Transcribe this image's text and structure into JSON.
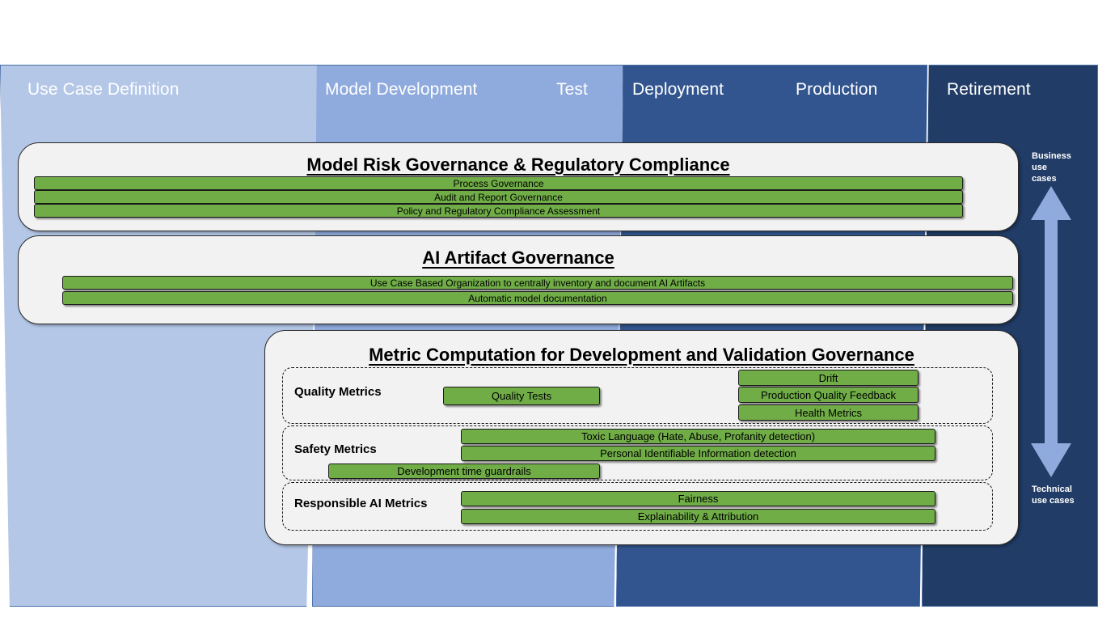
{
  "lifecycle": {
    "phases": [
      {
        "label": "Use Case Definition",
        "color": "#b4c7e7"
      },
      {
        "label": "Model Development",
        "color": "#8faadc"
      },
      {
        "label": "Test",
        "color": "#8faadc"
      },
      {
        "label": "Deployment",
        "color": "#32558f"
      },
      {
        "label": "Production",
        "color": "#32558f"
      },
      {
        "label": "Retirement",
        "color": "#213c66"
      }
    ]
  },
  "axis": {
    "top_label": "Business\nuse\ncases",
    "top_label_lines": [
      "Business",
      "use",
      "cases"
    ],
    "bottom_label_lines": [
      "Technical",
      "use cases"
    ],
    "arrow_color": "#8faadc"
  },
  "cards": [
    {
      "title": "Model Risk Governance & Regulatory Compliance",
      "bars": [
        "Process Governance",
        "Audit and Report Governance",
        "Policy and Regulatory Compliance Assessment"
      ]
    },
    {
      "title": "AI Artifact Governance",
      "bars": [
        "Use Case Based Organization to centrally inventory and document AI Artifacts",
        "Automatic model documentation"
      ]
    },
    {
      "title": "Metric Computation for Development and Validation Governance",
      "groups": [
        {
          "label": "Quality Metrics",
          "bars": [
            "Quality Tests",
            "Drift",
            "Production Quality Feedback",
            "Health Metrics"
          ]
        },
        {
          "label": "Safety Metrics",
          "bars": [
            "Toxic Language (Hate, Abuse, Profanity detection)",
            "Personal Identifiable Information detection",
            "Development time guardrails"
          ]
        },
        {
          "label": "Responsible AI Metrics",
          "bars": [
            "Fairness",
            "Explainability & Attribution"
          ]
        }
      ]
    }
  ],
  "colors": {
    "bar_green": "#70ad47",
    "card_bg": "#f2f2f2",
    "page_bg": "#ffffff"
  }
}
